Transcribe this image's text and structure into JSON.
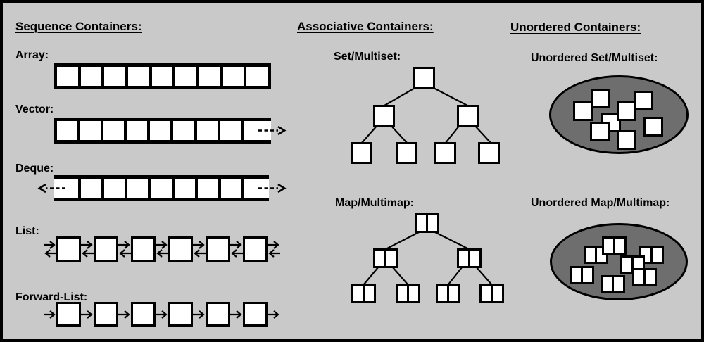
{
  "canvas": {
    "background_color": "#c9c9c9",
    "frame_border_color": "#000000",
    "bucket_fill_color": "#6e6e6e",
    "node_fill_color": "#ffffff"
  },
  "sections": {
    "sequence": {
      "title": "Sequence Containers:",
      "array": {
        "label": "Array:",
        "cells": 9
      },
      "vector": {
        "label": "Vector:",
        "cells": 9,
        "growth_arrows": 1
      },
      "deque": {
        "label": "Deque:",
        "cells": 9,
        "growth_arrows": 2
      },
      "list": {
        "label": "List:",
        "nodes": 6,
        "link_type": "doubly-linked"
      },
      "forward_list": {
        "label": "Forward-List:",
        "nodes": 6,
        "link_type": "singly-linked"
      }
    },
    "associative": {
      "title": "Associative Containers:",
      "set": {
        "label": "Set/Multiset:",
        "tree_nodes": 7,
        "tree_levels": 3,
        "node_type": "single"
      },
      "map": {
        "label": "Map/Multimap:",
        "tree_nodes": 7,
        "tree_levels": 3,
        "node_type": "key-value-pair"
      }
    },
    "unordered": {
      "title": "Unordered Containers:",
      "uset": {
        "label": "Unordered Set/Multiset:",
        "elements": 8,
        "node_type": "single"
      },
      "umap": {
        "label": "Unordered Map/Multimap:",
        "elements": 7,
        "node_type": "key-value-pair"
      }
    }
  }
}
